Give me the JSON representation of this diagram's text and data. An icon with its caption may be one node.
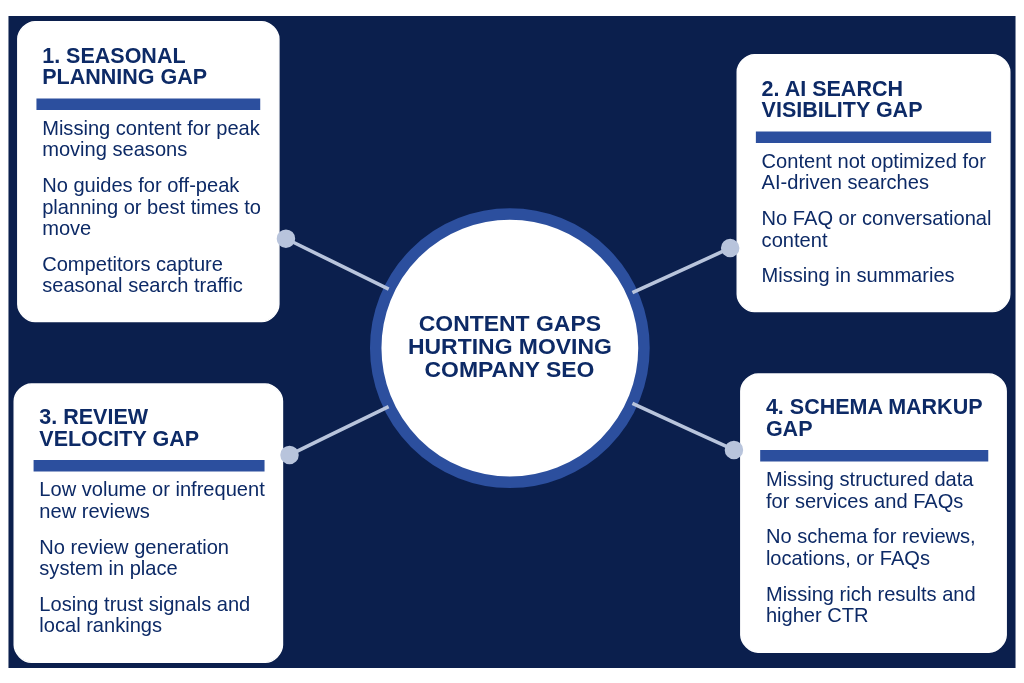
{
  "diagram": {
    "nodes": [
      {
        "text": [
          "1. SEASONAL PLANNING GAP",
          "Missing content for peak moving seasons",
          "No guides for off-peak planning or best times to move",
          "Competitors capture seasonal search traffic"
        ]
      },
      {
        "text": [
          "2. AI SEARCH VISIBILITY GAP",
          "Content not optimized for AI-driven searches",
          "No FAQ or conversational content",
          "Missing in summaries"
        ]
      },
      {
        "text": [
          "CONTENT GAPS HURTING MOVING COMPANY SEO"
        ]
      },
      {
        "text": [
          "3. REVIEW VELOCITY GAP",
          "Low volume or infrequent new reviews",
          "No review generation system in place",
          "Losing trust signals and local rankings"
        ]
      },
      {
        "text": [
          "4. SCHEMA MARKUP GAP",
          "Missing structured data for services and FAQs",
          "No schema for reviews, locations, or FAQs",
          "Missing rich results and higher CTR"
        ]
      }
    ],
    "edges": [
      {
        "from": 2,
        "to": 0,
        "arrow": "other"
      },
      {
        "from": 2,
        "to": 1,
        "arrow": "other"
      },
      {
        "from": 2,
        "to": 3,
        "arrow": "other"
      },
      {
        "from": 2,
        "to": 4,
        "arrow": "other"
      }
    ]
  }
}
